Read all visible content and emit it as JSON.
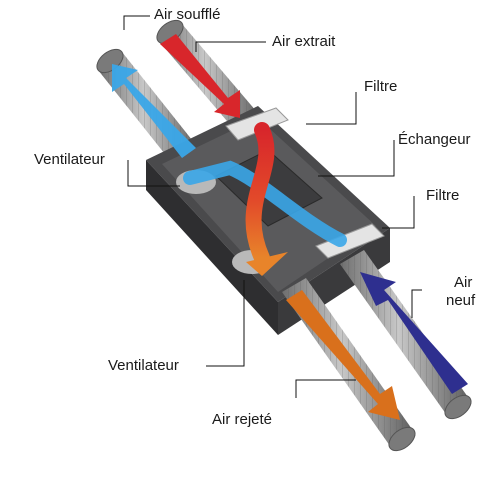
{
  "labels": {
    "air_souffle": "Air soufflé",
    "air_extrait": "Air extrait",
    "filtre_top": "Filtre",
    "echangeur": "Échangeur",
    "ventilateur_top": "Ventilateur",
    "filtre_right": "Filtre",
    "air_neuf_line1": "Air",
    "air_neuf_line2": "neuf",
    "ventilateur_bottom": "Ventilateur",
    "air_rejete": "Air rejeté"
  },
  "colors": {
    "air_souffle": "#3aa6e8",
    "air_extrait": "#d8262b",
    "air_neuf": "#2e2f8f",
    "air_rejete": "#d9701c",
    "unit_body": "#3d3d3f",
    "duct": "#8f8f8f"
  }
}
